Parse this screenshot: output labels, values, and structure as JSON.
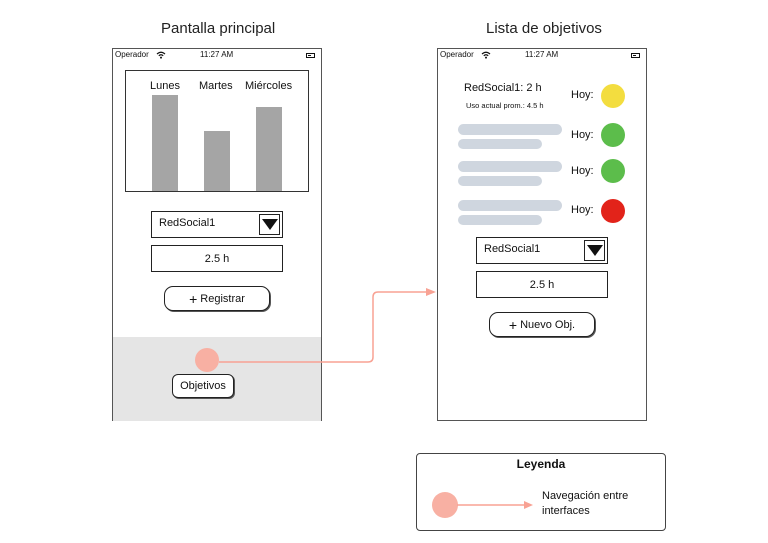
{
  "screens": {
    "main": {
      "title": "Pantalla principal",
      "status": {
        "carrier": "Operador",
        "time": "11:27 AM"
      },
      "chart_labels": [
        "Lunes",
        "Martes",
        "Miércoles"
      ],
      "chart_values": [
        0.8,
        0.5,
        0.7
      ],
      "select_value": "RedSocial1",
      "hours_value": "2.5 h",
      "register_label": "Registrar",
      "objectives_label": "Objetivos"
    },
    "goals": {
      "title": "Lista de objetivos",
      "status": {
        "carrier": "Operador",
        "time": "11:27 AM"
      },
      "first_goal": {
        "name": "RedSocial1: 2 h",
        "detail": "Uso actual prom.: 4.5 h"
      },
      "today_label": "Hoy:",
      "status_colors": [
        "#f3dd3f",
        "#5cbd4b",
        "#5cbd4b",
        "#e2231a"
      ],
      "select_value": "RedSocial1",
      "hours_value": "2.5 h",
      "new_goal_label": "Nuevo Obj."
    }
  },
  "legend": {
    "title": "Leyenda",
    "nav_label_line1": "Navegación entre",
    "nav_label_line2": "interfaces"
  },
  "colors": {
    "nav_node": "#f8b0a3",
    "nav_arrow": "#f8a294",
    "footer_bg": "#e5e5e5",
    "bar": "#a5a5a5"
  },
  "icons": [
    "wifi-icon",
    "battery-icon",
    "dropdown-triangle-icon",
    "plus-icon"
  ]
}
